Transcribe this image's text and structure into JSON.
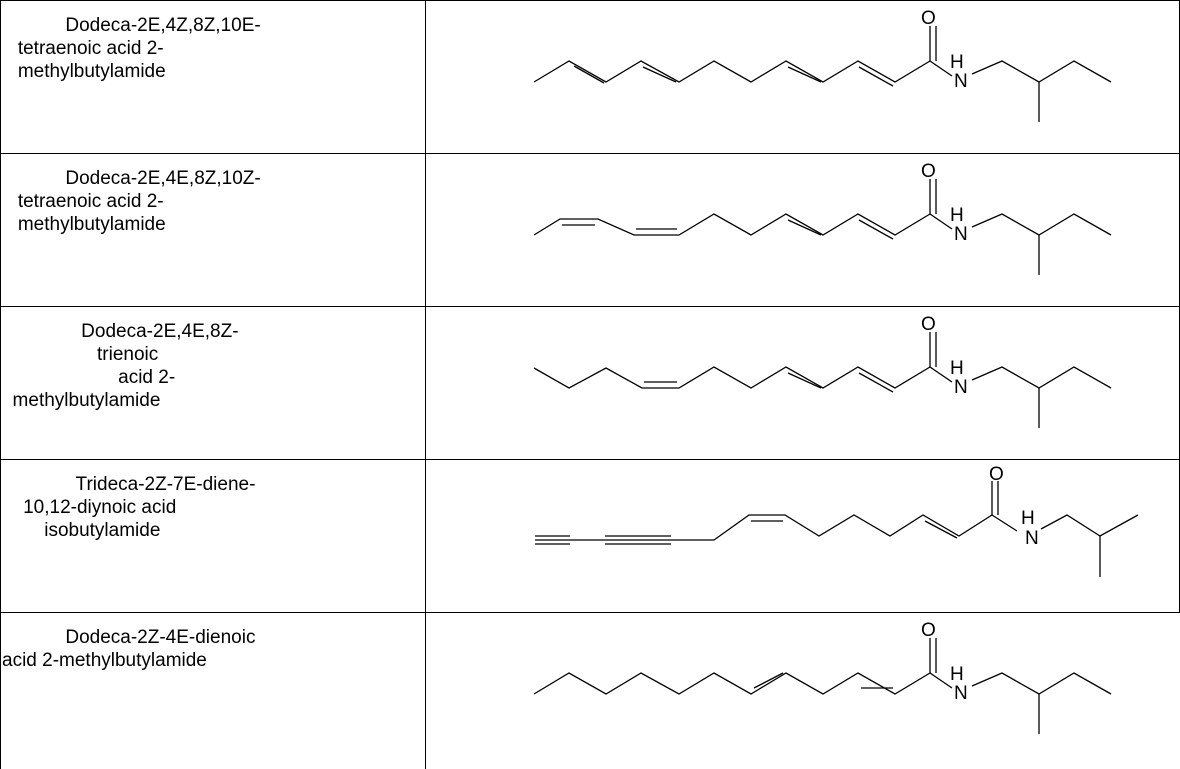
{
  "compounds": [
    {
      "name_lines": [
        "            Dodeca-2E,4Z,8Z,10E-",
        "   tetraenoic acid 2-",
        "   methylbutylamide"
      ],
      "atoms": {
        "o": "O",
        "h": "H",
        "n": "N"
      }
    },
    {
      "name_lines": [
        "            Dodeca-2E,4E,8Z,10Z-",
        "   tetraenoic acid 2-",
        "   methylbutylamide"
      ],
      "atoms": {
        "o": "O",
        "h": "H",
        "n": "N"
      }
    },
    {
      "name_lines": [
        "               Dodeca-2E,4E,8Z-",
        "                  trienoic",
        "                      acid 2-",
        "  methylbutylamide"
      ],
      "atoms": {
        "o": "O",
        "h": "H",
        "n": "N"
      }
    },
    {
      "name_lines": [
        "              Trideca-2Z-7E-diene-",
        "    10,12-diynoic acid",
        "        isobutylamide"
      ],
      "atoms": {
        "o": "O",
        "h": "H",
        "n": "N"
      }
    },
    {
      "name_lines": [
        "            Dodeca-2Z-4E-dienoic",
        "acid 2-methylbutylamide"
      ],
      "atoms": {
        "o": "O",
        "h": "H",
        "n": "N"
      }
    }
  ]
}
